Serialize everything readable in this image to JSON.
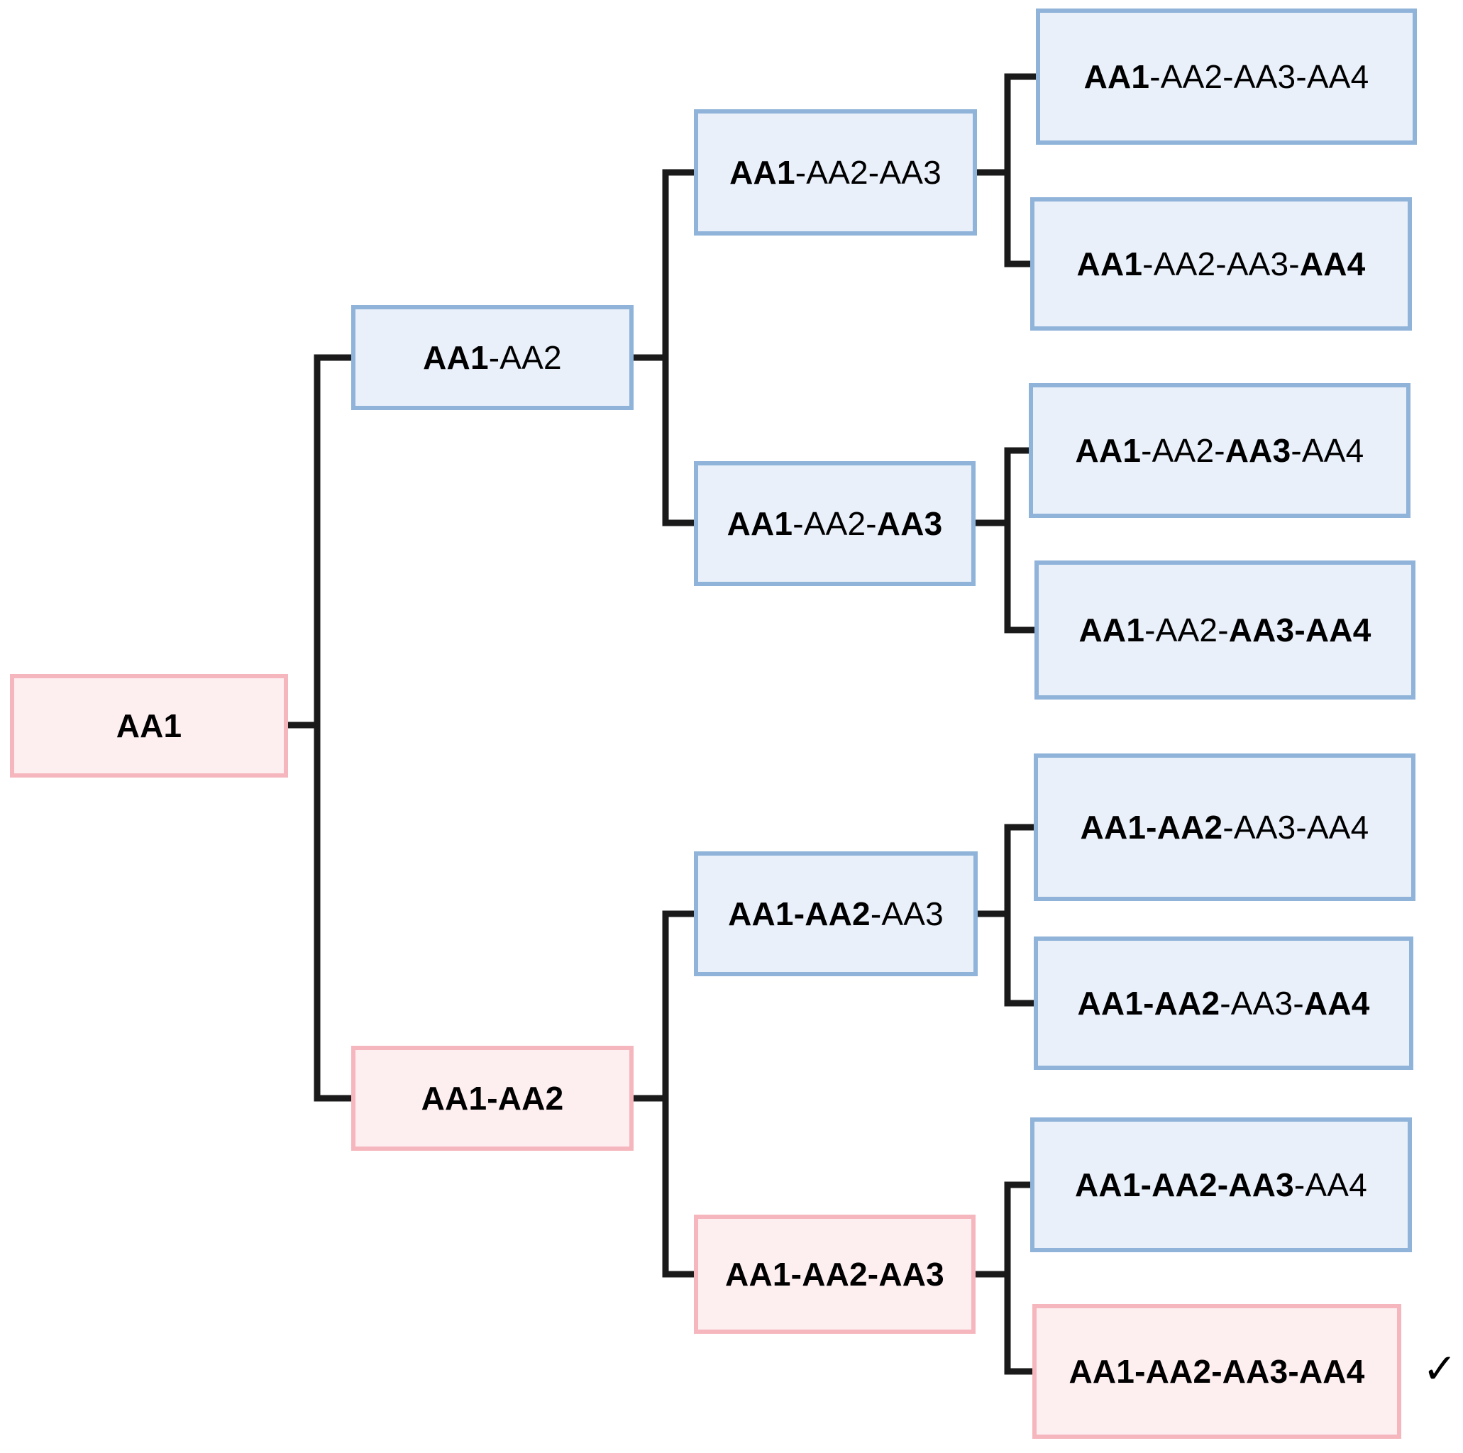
{
  "diagram": {
    "type": "tree",
    "title": "",
    "orientation": "left-to-right",
    "levels": 4,
    "colors": {
      "blue_fill": "#e9f0fa",
      "blue_border": "#8fb3d9",
      "pink_fill": "#fdeef0",
      "pink_border": "#f5b7bd",
      "connector": "#1a1a1a",
      "text": "#000000"
    },
    "marker": {
      "symbol": "✓",
      "name": "check-mark",
      "attached_to": "leaf-8"
    }
  },
  "nodes": {
    "root": {
      "id": "root",
      "label": "AA1",
      "color": "pink",
      "segments": [
        {
          "text": "AA1",
          "bold": true
        }
      ]
    },
    "branch1": {
      "id": "branch1",
      "label": "AA1-AA2",
      "color": "blue",
      "segments": [
        {
          "text": "AA1",
          "bold": true
        },
        {
          "text": "-AA2",
          "bold": false
        }
      ]
    },
    "branch2": {
      "id": "branch2",
      "label": "AA1-AA2",
      "color": "pink",
      "segments": [
        {
          "text": "AA1-AA2",
          "bold": true
        }
      ]
    },
    "sub1": {
      "id": "sub1",
      "label": "AA1-AA2-AA3",
      "color": "blue",
      "segments": [
        {
          "text": "AA1",
          "bold": true
        },
        {
          "text": "-AA2-AA3",
          "bold": false
        }
      ]
    },
    "sub2": {
      "id": "sub2",
      "label": "AA1-AA2-AA3",
      "color": "blue",
      "segments": [
        {
          "text": "AA1",
          "bold": true
        },
        {
          "text": "-AA2-",
          "bold": false
        },
        {
          "text": "AA3",
          "bold": true
        }
      ]
    },
    "sub3": {
      "id": "sub3",
      "label": "AA1-AA2-AA3",
      "color": "blue",
      "segments": [
        {
          "text": "AA1-AA2",
          "bold": true
        },
        {
          "text": "-AA3",
          "bold": false
        }
      ]
    },
    "sub4": {
      "id": "sub4",
      "label": "AA1-AA2-AA3",
      "color": "pink",
      "segments": [
        {
          "text": "AA1-AA2-AA3",
          "bold": true
        }
      ]
    },
    "leaf1": {
      "id": "leaf1",
      "label": "AA1-AA2-AA3-AA4",
      "color": "blue",
      "segments": [
        {
          "text": "AA1",
          "bold": true
        },
        {
          "text": "-AA2-AA3-AA4",
          "bold": false
        }
      ]
    },
    "leaf2": {
      "id": "leaf2",
      "label": "AA1-AA2-AA3-AA4",
      "color": "blue",
      "segments": [
        {
          "text": "AA1",
          "bold": true
        },
        {
          "text": "-AA2-AA3-",
          "bold": false
        },
        {
          "text": "AA4",
          "bold": true
        }
      ]
    },
    "leaf3": {
      "id": "leaf3",
      "label": "AA1-AA2-AA3-AA4",
      "color": "blue",
      "segments": [
        {
          "text": "AA1",
          "bold": true
        },
        {
          "text": "-AA2-",
          "bold": false
        },
        {
          "text": "AA3",
          "bold": true
        },
        {
          "text": "-AA4",
          "bold": false
        }
      ]
    },
    "leaf4": {
      "id": "leaf4",
      "label": "AA1-AA2-AA3-AA4",
      "color": "blue",
      "segments": [
        {
          "text": "AA1",
          "bold": true
        },
        {
          "text": "-AA2-",
          "bold": false
        },
        {
          "text": "AA3-AA4",
          "bold": true
        }
      ]
    },
    "leaf5": {
      "id": "leaf5",
      "label": "AA1-AA2-AA3-AA4",
      "color": "blue",
      "segments": [
        {
          "text": "AA1-AA2",
          "bold": true
        },
        {
          "text": "-AA3-AA4",
          "bold": false
        }
      ]
    },
    "leaf6": {
      "id": "leaf6",
      "label": "AA1-AA2-AA3-AA4",
      "color": "blue",
      "segments": [
        {
          "text": "AA1-AA2",
          "bold": true
        },
        {
          "text": "-AA3-",
          "bold": false
        },
        {
          "text": "AA4",
          "bold": true
        }
      ]
    },
    "leaf7": {
      "id": "leaf7",
      "label": "AA1-AA2-AA3-AA4",
      "color": "blue",
      "segments": [
        {
          "text": "AA1-AA2-AA3",
          "bold": true
        },
        {
          "text": "-AA4",
          "bold": false
        }
      ]
    },
    "leaf8": {
      "id": "leaf8",
      "label": "AA1-AA2-AA3-AA4",
      "color": "pink",
      "segments": [
        {
          "text": "AA1-AA2-AA3-AA4",
          "bold": true
        }
      ]
    }
  },
  "edges": [
    {
      "from": "root",
      "to": "branch1"
    },
    {
      "from": "root",
      "to": "branch2"
    },
    {
      "from": "branch1",
      "to": "sub1"
    },
    {
      "from": "branch1",
      "to": "sub2"
    },
    {
      "from": "branch2",
      "to": "sub3"
    },
    {
      "from": "branch2",
      "to": "sub4"
    },
    {
      "from": "sub1",
      "to": "leaf1"
    },
    {
      "from": "sub1",
      "to": "leaf2"
    },
    {
      "from": "sub2",
      "to": "leaf3"
    },
    {
      "from": "sub2",
      "to": "leaf4"
    },
    {
      "from": "sub3",
      "to": "leaf5"
    },
    {
      "from": "sub3",
      "to": "leaf6"
    },
    {
      "from": "sub4",
      "to": "leaf7"
    },
    {
      "from": "sub4",
      "to": "leaf8"
    }
  ]
}
